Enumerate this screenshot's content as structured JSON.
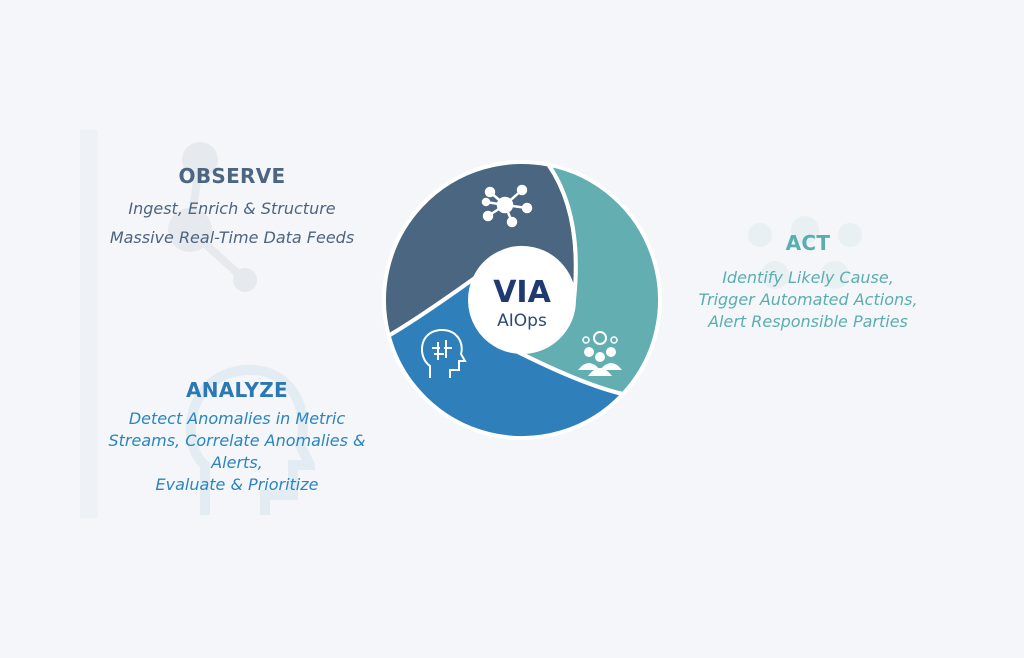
{
  "center": {
    "brand": "VIA",
    "product": "AIOps"
  },
  "stages": {
    "observe": {
      "title": "OBSERVE",
      "lines": [
        "Ingest, Enrich & Structure",
        "Massive Real-Time Data Feeds"
      ]
    },
    "analyze": {
      "title": "ANALYZE",
      "lines": [
        "Detect Anomalies in Metric",
        "Streams, Correlate Anomalies &",
        "Alerts,",
        "Evaluate & Prioritize"
      ]
    },
    "act": {
      "title": "ACT",
      "lines": [
        "Identify Likely Cause,",
        "Trigger Automated Actions,",
        "Alert Responsible Parties"
      ]
    }
  },
  "colors": {
    "observe": "#4b6681",
    "act": "#62aeb1",
    "analyze": "#2f7fba",
    "brand": "#1f3a70",
    "background": "#f4f6f9"
  }
}
